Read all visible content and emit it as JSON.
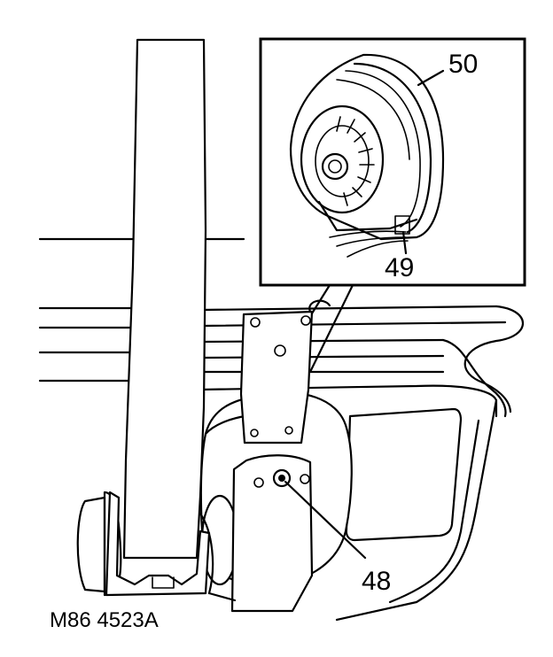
{
  "diagram": {
    "figure_code": "M86 4523A",
    "callouts": {
      "motor": "50",
      "connector": "49",
      "fixing": "48"
    },
    "colors": {
      "ink": "#000000",
      "paper": "#ffffff"
    }
  }
}
